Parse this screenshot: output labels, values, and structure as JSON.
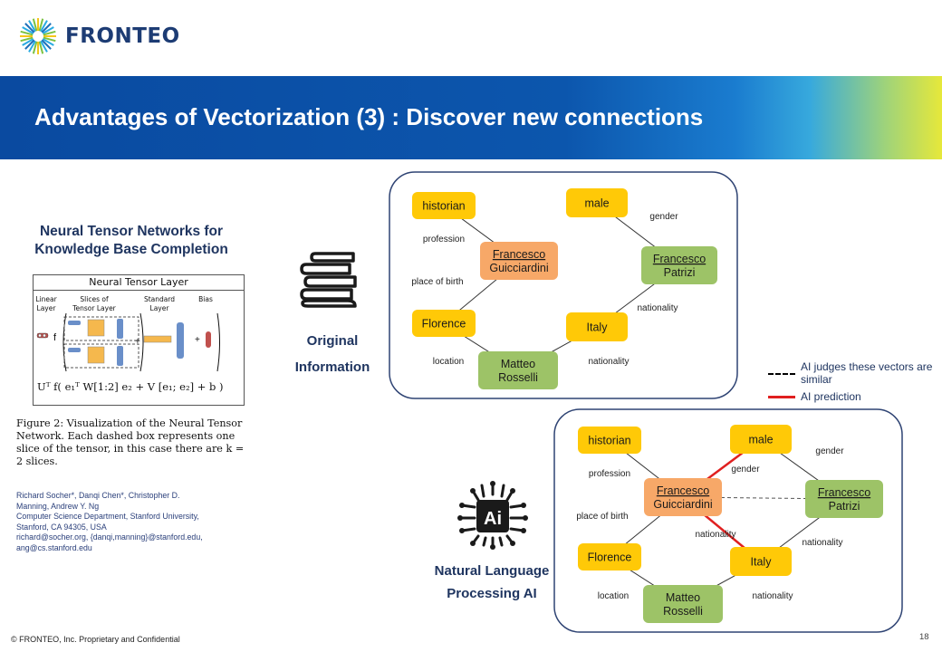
{
  "header": {
    "logo_text": "FRONTEO",
    "title": "Advantages of Vectorization (3) : Discover new connections"
  },
  "paper": {
    "title": "Neural Tensor Networks for Knowledge Base Completion",
    "figure": {
      "box_title": "Neural Tensor Layer",
      "labels": [
        "Linear Layer",
        "Slices of Tensor Layer",
        "Standard Layer",
        "Bias"
      ],
      "equation": "Uᵀ f( e₁ᵀ W[1:2] e₂ + V [e₁; e₂] + b )"
    },
    "caption": "Figure 2: Visualization of the Neural Tensor Network. Each dashed box represents one slice of the tensor, in this case there are k = 2 slices.",
    "authors": [
      "Richard Socher*, Danqi Chen*, Christopher D.",
      "Manning, Andrew Y. Ng",
      "Computer Science Department, Stanford University,",
      "Stanford, CA 94305, USA",
      "richard@socher.org, {danqi,manning}@stanford.edu,",
      "ang@cs.stanford.edu"
    ]
  },
  "original": {
    "label": "Original Information"
  },
  "nlp": {
    "label": "Natural Language Processing AI"
  },
  "legend": {
    "similar": "AI judges these vectors are similar",
    "prediction": "AI prediction",
    "colors": {
      "similar": "#000000",
      "prediction": "#e02020"
    }
  },
  "graph": {
    "colors": {
      "yellow": "#ffc907",
      "orange": "#f7a868",
      "green": "#9dc367",
      "frame": "#2e4373"
    },
    "nodes": [
      {
        "id": "historian",
        "label": [
          "historian"
        ],
        "color": "yellow"
      },
      {
        "id": "male",
        "label": [
          "male"
        ],
        "color": "yellow"
      },
      {
        "id": "francesco_g",
        "label": [
          "Francesco",
          "Guicciardini"
        ],
        "color": "orange",
        "underline": true
      },
      {
        "id": "francesco_p",
        "label": [
          "Francesco",
          "Patrizi"
        ],
        "color": "green",
        "underline": true
      },
      {
        "id": "florence",
        "label": [
          "Florence"
        ],
        "color": "yellow"
      },
      {
        "id": "italy",
        "label": [
          "Italy"
        ],
        "color": "yellow"
      },
      {
        "id": "matteo",
        "label": [
          "Matteo",
          "Rosselli"
        ],
        "color": "green"
      }
    ],
    "original_edges": [
      {
        "from": "historian",
        "to": "francesco_g",
        "label": "profession"
      },
      {
        "from": "male",
        "to": "francesco_p",
        "label": "gender"
      },
      {
        "from": "florence",
        "to": "francesco_g",
        "label": "place of birth"
      },
      {
        "from": "francesco_p",
        "to": "italy",
        "label": "nationality"
      },
      {
        "from": "florence",
        "to": "matteo",
        "label": "location"
      },
      {
        "from": "matteo",
        "to": "italy",
        "label": "nationality"
      }
    ],
    "ai_edges": [
      {
        "from": "historian",
        "to": "francesco_g",
        "label": "profession"
      },
      {
        "from": "male",
        "to": "francesco_p",
        "label": "gender"
      },
      {
        "from": "florence",
        "to": "francesco_g",
        "label": "place of birth"
      },
      {
        "from": "francesco_p",
        "to": "italy",
        "label": "nationality"
      },
      {
        "from": "florence",
        "to": "matteo",
        "label": "location"
      },
      {
        "from": "matteo",
        "to": "italy",
        "label": "nationality"
      },
      {
        "from": "francesco_g",
        "to": "francesco_p",
        "label": "",
        "style": "similar"
      },
      {
        "from": "francesco_g",
        "to": "male",
        "label": "gender",
        "style": "prediction"
      },
      {
        "from": "francesco_g",
        "to": "italy",
        "label": "nationality",
        "style": "prediction"
      }
    ]
  },
  "footer": {
    "copyright": "© FRONTEO, Inc.  Proprietary and Confidential",
    "page": "18"
  }
}
